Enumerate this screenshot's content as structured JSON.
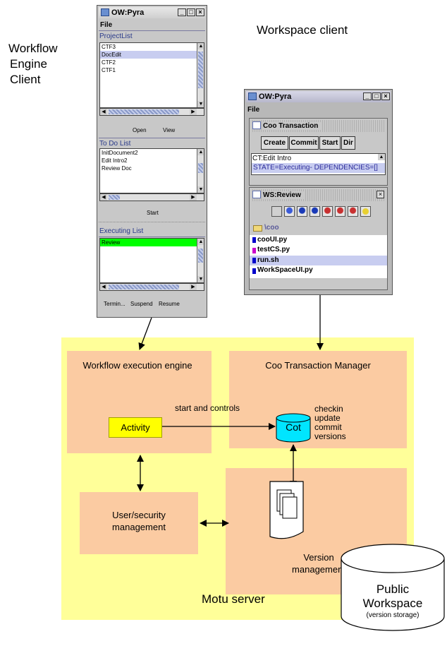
{
  "labels": {
    "workflow_client": [
      "Workflow",
      "Engine",
      "Client"
    ],
    "workspace_client": "Workspace client"
  },
  "left_window": {
    "title": "OW:Pyra",
    "menu": "File",
    "project_list": {
      "heading": "ProjectList",
      "items": [
        "CTF3",
        "DocEdit",
        "CTF2",
        "CTF1"
      ],
      "selected_index": 1
    },
    "buttons_project": [
      "Open",
      "View"
    ],
    "todo_list": {
      "heading": "To Do List",
      "items": [
        "InitDocument2",
        "Edit Intro2",
        "Review Doc"
      ]
    },
    "start_button": "Start",
    "executing_list": {
      "heading": "Executing List",
      "items": [
        "Review"
      ],
      "highlight_color": "#00ff00"
    },
    "bottom_buttons": [
      "Termin...",
      "Suspend",
      "Resume"
    ]
  },
  "right_window": {
    "title": "OW:Pyra",
    "menu": "File",
    "coo_panel": {
      "title": "Coo Transaction",
      "buttons": [
        "Create",
        "Commit",
        "Start",
        "Dir"
      ],
      "line1": "CT:Edit Intro",
      "line2": "STATE=Executing- DEPENDENCIES=[]"
    },
    "ws_panel": {
      "title": "WS:Review",
      "folder": "\\coo",
      "files": [
        {
          "name": "cooUI.py",
          "color": "#0000cc"
        },
        {
          "name": "testCS.py",
          "color": "#cc00cc"
        },
        {
          "name": "run.sh",
          "color": "#0000cc"
        },
        {
          "name": "WorkSpaceUI.py",
          "color": "#0000cc"
        }
      ],
      "selected_index": 2
    }
  },
  "server": {
    "label": "Motu server",
    "background": "#ffff99",
    "box_color": "#fbcba2",
    "workflow_engine": "Workflow execution engine",
    "coo_manager": "Coo Transaction Manager",
    "activity": "Activity",
    "activity_color": "#ffff00",
    "start_controls": "start and controls",
    "cot": "Cot",
    "cot_color": "#00e5ff",
    "cot_ops": [
      "checkin",
      "update",
      "commit",
      "versions"
    ],
    "user_security": "User/security management",
    "version_management": "Version management"
  },
  "public_workspace": {
    "title": [
      "Public",
      "Workspace"
    ],
    "subtitle": "(version storage)"
  }
}
